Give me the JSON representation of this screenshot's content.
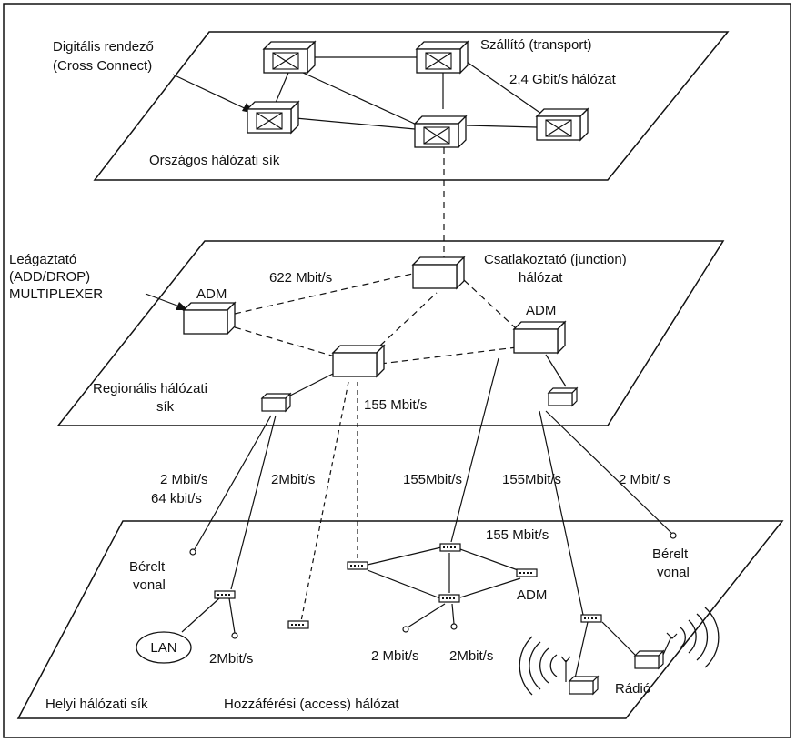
{
  "planes": {
    "national": {
      "label": "Országos hálózati sík",
      "transport_title": "Szállító (transport)",
      "transport_rate": "2,4 Gbit/s  hálózat",
      "cross_connect_line1": "Digitális rendező",
      "cross_connect_line2": "(Cross Connect)"
    },
    "regional": {
      "label_line1": "Regionális hálózati",
      "label_line2": "sík",
      "junction_line1": "Csatlakoztató (junction)",
      "junction_line2": "hálózat",
      "adm_line1": "Leágaztató",
      "adm_line2": "(ADD/DROP)",
      "adm_line3": "MULTIPLEXER",
      "adm_left": "ADM",
      "adm_right": "ADM",
      "rate_622": "622 Mbit/s",
      "rate_155": "155 Mbit/s"
    },
    "local": {
      "label": "Helyi hálózati sík",
      "access_label": "Hozzáférési (access) hálózat",
      "leased_left_line1": "Bérelt",
      "leased_left_line2": "vonal",
      "leased_right_line1": "Bérelt",
      "leased_right_line2": "vonal",
      "lan": "LAN",
      "rate_2mbit_lan": "2Mbit/s",
      "rate_155_ring": "155 Mbit/s",
      "adm_ring": "ADM",
      "rate_2mbit_a": "2 Mbit/s",
      "rate_2mbit_b": "2Mbit/s",
      "radio": "Rádió"
    }
  },
  "links": {
    "rate_2mbit_left": "2 Mbit/s",
    "rate_64kbit_left": "64  kbit/s",
    "rate_2mbit_mid": "2Mbit/s",
    "rate_155_mid": "155Mbit/s",
    "rate_155_right": "155Mbit/s",
    "rate_2mbit_right": "2 Mbit/ s"
  }
}
